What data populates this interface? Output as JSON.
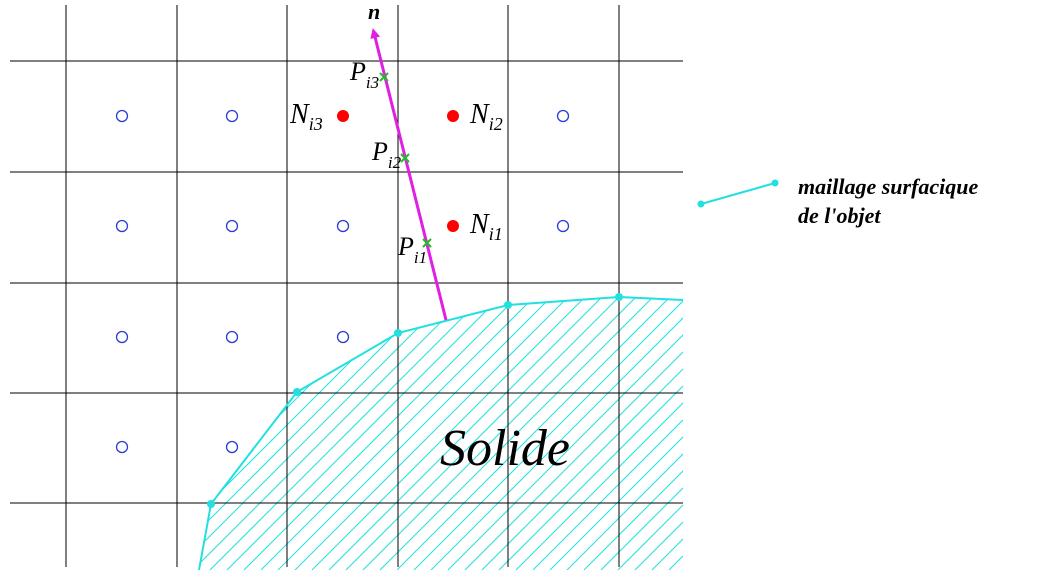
{
  "colors": {
    "grid": "#000000",
    "open_node": "#2b3bd6",
    "red_node": "#ff0000",
    "normal_vector": "#e020e0",
    "probe_point": "#22bb22",
    "surface_mesh": "#22e0e0",
    "hatch": "#22e0e0"
  },
  "normal": {
    "label": "n"
  },
  "probe_points": [
    {
      "base": "P",
      "sub": "i3"
    },
    {
      "base": "P",
      "sub": "i2"
    },
    {
      "base": "P",
      "sub": "i1"
    }
  ],
  "neighbor_nodes": [
    {
      "base": "N",
      "sub": "i3"
    },
    {
      "base": "N",
      "sub": "i2"
    },
    {
      "base": "N",
      "sub": "i1"
    }
  ],
  "solid_label": "Solide",
  "legend": {
    "line1": "maillage surfacique",
    "line2": "de l'objet"
  }
}
